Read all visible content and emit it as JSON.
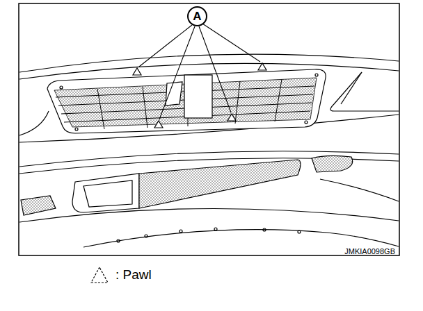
{
  "diagram": {
    "nodes": [
      {
        "text": [
          "A"
        ]
      }
    ],
    "labels": [
      "JMKIA0098GB"
    ],
    "legend": [
      {
        "text": ": Pawl"
      }
    ]
  }
}
